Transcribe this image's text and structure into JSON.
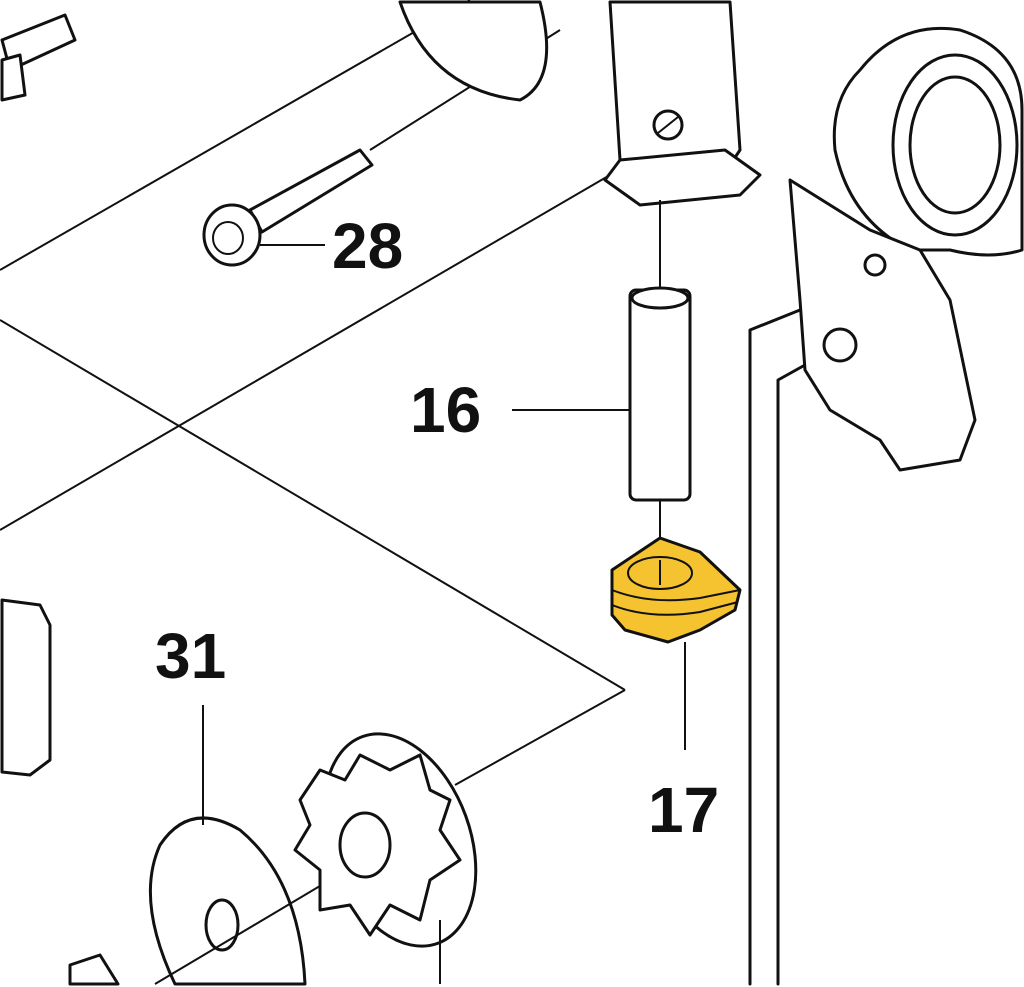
{
  "diagram": {
    "callouts": [
      {
        "id": "28",
        "label": "28"
      },
      {
        "id": "16",
        "label": "16"
      },
      {
        "id": "31",
        "label": "31"
      },
      {
        "id": "17",
        "label": "17"
      }
    ],
    "highlight_color": "#f5c230"
  }
}
